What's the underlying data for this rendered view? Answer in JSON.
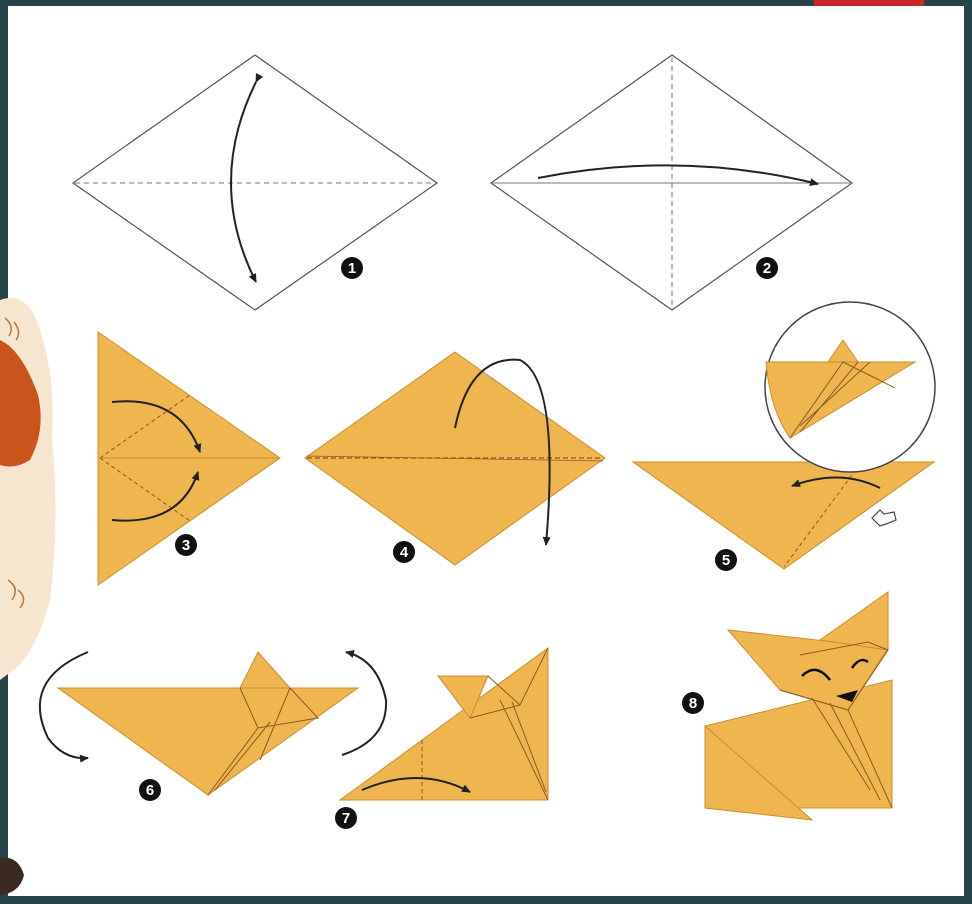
{
  "colors": {
    "frame": "#27434a",
    "paper": "#ffffff",
    "fold_fill": "#efb54e",
    "fold_edge": "#c8902f",
    "line": "#333333",
    "badge": "#111111",
    "accent": "#c62828",
    "fox_orange": "#c9541c",
    "fox_cream": "#f6e6cf"
  },
  "steps": [
    {
      "number": "1"
    },
    {
      "number": "2"
    },
    {
      "number": "3"
    },
    {
      "number": "4"
    },
    {
      "number": "5"
    },
    {
      "number": "6"
    },
    {
      "number": "7"
    },
    {
      "number": "8"
    }
  ],
  "icons": {
    "hand": "pointing-hand-icon",
    "fox_decoration": "fox-illustration"
  }
}
